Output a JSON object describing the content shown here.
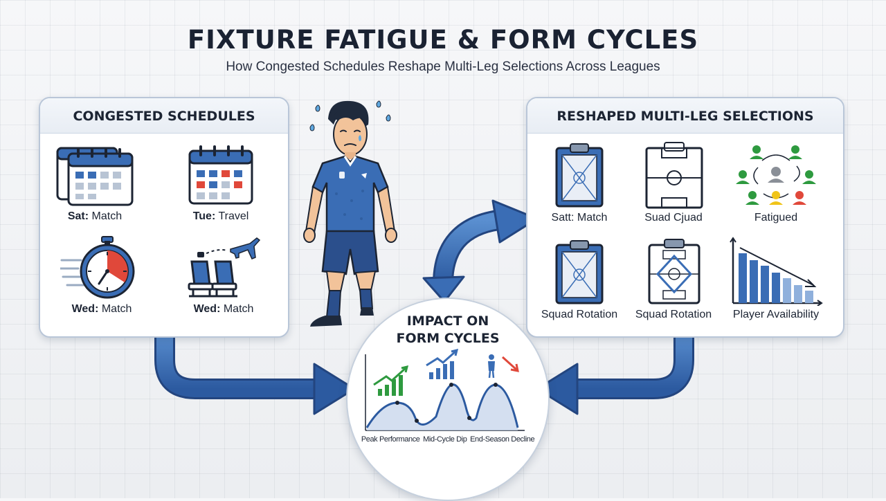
{
  "header": {
    "title": "FIXTURE FATIGUE & FORM CYCLES",
    "subtitle": "How Congested Schedules Reshape Multi-Leg Selections Across Leagues"
  },
  "left_panel": {
    "title": "CONGESTED SCHEDULES",
    "items": [
      {
        "day": "Sat:",
        "event": "Match",
        "icon": "calendar-icon"
      },
      {
        "day": "Tue:",
        "event": "Travel",
        "icon": "calendar-icon"
      },
      {
        "day": "Wed:",
        "event": "Match",
        "icon": "stopwatch-icon"
      },
      {
        "day": "Wed:",
        "event": "Match",
        "icon": "airplane-seats-icon"
      }
    ]
  },
  "right_panel": {
    "title": "RESHAPED MULTI-LEG SELECTIONS",
    "items": [
      {
        "label": "Satt: Match",
        "icon": "clipboard-icon"
      },
      {
        "label": "Suad Cjuad",
        "icon": "pitch-icon"
      },
      {
        "label": "Fatigued",
        "icon": "rotation-people-icon"
      },
      {
        "label": "Squad Rotation",
        "icon": "clipboard-icon"
      },
      {
        "label": "Squad Rotation",
        "icon": "tactics-board-icon"
      },
      {
        "label": "Player Availability",
        "icon": "bar-chart-icon"
      }
    ]
  },
  "center": {
    "title_line1": "IMPACT ON",
    "title_line2": "FORM CYCLES",
    "phases": [
      "Peak Performance",
      "Mid-Cycle Dip",
      "End-Season Decline"
    ]
  },
  "colors": {
    "primary_blue": "#3a6db5",
    "dark_navy": "#1c2433",
    "accent_red": "#e0483a",
    "accent_green": "#2e9a3f",
    "accent_yellow": "#f0c419",
    "panel_border": "#b9c6d8"
  }
}
